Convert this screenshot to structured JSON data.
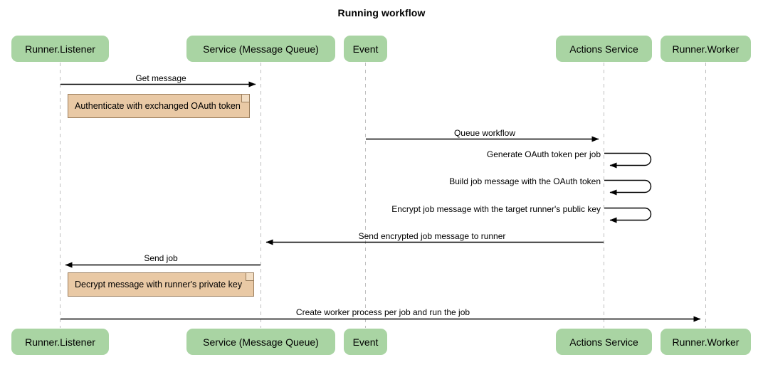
{
  "title": "Running workflow",
  "colors": {
    "participant_fill": "#a9d4a3",
    "note_fill": "#e9c9a5",
    "note_border": "#9a7d5c",
    "lifeline": "#bfbfbf",
    "arrow": "#000000",
    "background": "#ffffff"
  },
  "participants": [
    {
      "id": "runner-listener",
      "label": "Runner.Listener"
    },
    {
      "id": "service-message-queue",
      "label": "Service (Message Queue)"
    },
    {
      "id": "event",
      "label": "Event"
    },
    {
      "id": "actions-service",
      "label": "Actions Service"
    },
    {
      "id": "runner-worker",
      "label": "Runner.Worker"
    }
  ],
  "messages": [
    {
      "id": "get-message",
      "label": "Get message",
      "from": "runner-listener",
      "to": "service-message-queue",
      "direction": "right"
    },
    {
      "id": "queue-workflow",
      "label": "Queue workflow",
      "from": "event",
      "to": "actions-service",
      "direction": "right"
    },
    {
      "id": "generate-oauth-token-per-job",
      "label": "Generate OAuth token per job",
      "from": "actions-service",
      "to": "actions-service",
      "direction": "self"
    },
    {
      "id": "build-job-message-with-the-oauth-token",
      "label": "Build job message with the OAuth token",
      "from": "actions-service",
      "to": "actions-service",
      "direction": "self"
    },
    {
      "id": "encrypt-job-message-with-the-target-runners-public-key",
      "label": "Encrypt job message with the target runner's public key",
      "from": "actions-service",
      "to": "actions-service",
      "direction": "self"
    },
    {
      "id": "send-encrypted-job-message-to-runner",
      "label": "Send encrypted job message to runner",
      "from": "actions-service",
      "to": "service-message-queue",
      "direction": "left"
    },
    {
      "id": "send-job",
      "label": "Send job",
      "from": "service-message-queue",
      "to": "runner-listener",
      "direction": "left"
    },
    {
      "id": "create-worker-process-per-job-and-run-the-job",
      "label": "Create worker process per job and run the job",
      "from": "runner-listener",
      "to": "runner-worker",
      "direction": "right"
    }
  ],
  "notes": [
    {
      "id": "authenticate-with-exchanged-oauth-token",
      "label": "Authenticate with exchanged OAuth token"
    },
    {
      "id": "decrypt-message-with-runners-private-key",
      "label": "Decrypt message with runner's private key"
    }
  ]
}
